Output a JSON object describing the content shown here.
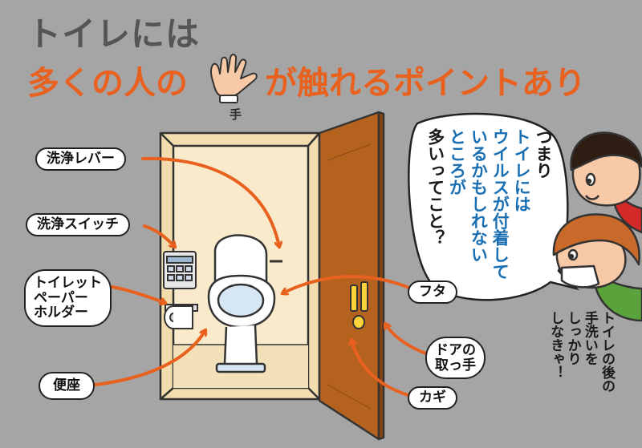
{
  "title": {
    "line1": "トイレには",
    "line2_before": "多くの人の",
    "line2_after": "が触れるポイントあり",
    "hand_label": "手"
  },
  "labels": {
    "lever": "洗浄レバー",
    "switch": "洗浄スイッチ",
    "holder": [
      "トイレット",
      "ペーパー",
      "ホルダー"
    ],
    "seat": "便座",
    "lid": "フタ",
    "door_handle": [
      "ドアの",
      "取っ手"
    ],
    "lock": "カギ"
  },
  "bubble": {
    "line1": "つまり",
    "line2": "トイレには",
    "line3": "ウイルスが付着して",
    "line4": "いるかもしれない",
    "line5": "ところが",
    "line6": "多いってこと？"
  },
  "note": {
    "line1": "トイレの後の",
    "line2": "手洗いを",
    "line3": "しっかり",
    "line4": "しなきゃ！"
  },
  "colors": {
    "background": "#a5a5a5",
    "title_gray": "#555555",
    "accent_orange": "#e8611f",
    "bubble_blue": "#1a6fb3",
    "door_brown": "#b4621e",
    "wall_cream": "#f6e6c2"
  }
}
